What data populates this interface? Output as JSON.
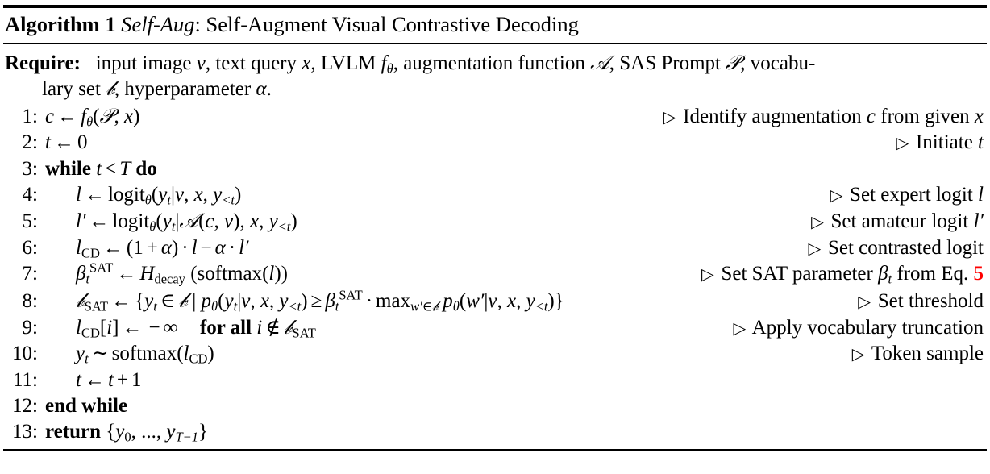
{
  "algorithm": {
    "label": "Algorithm 1",
    "name_italic": "Self-Aug",
    "title_rest": ": Self-Augment Visual Contrastive Decoding",
    "require": {
      "keyword": "Require:",
      "line1": "input image v, text query x, LVLM fθ, augmentation function 𝒜, SAS Prompt 𝒫, vocabu-",
      "line2": "lary set 𝒱, hyperparameter α."
    },
    "steps": [
      {
        "num": "1:",
        "code": "c ← fθ(𝒫, x)",
        "comment": "▷ Identify augmentation c from given x"
      },
      {
        "num": "2:",
        "code": "t ← 0",
        "comment": "▷ Initiate t"
      },
      {
        "num": "3:",
        "code": "while t < T do",
        "comment": ""
      },
      {
        "num": "4:",
        "code": "l ← logitθ(yt|v, x, y<t)",
        "comment": "▷ Set expert logit l"
      },
      {
        "num": "5:",
        "code": "l′ ← logitθ(yt|𝒜(c, v), x, y<t)",
        "comment": "▷ Set amateur logit l′"
      },
      {
        "num": "6:",
        "code": "lCD ← (1 + α) · l − α · l′",
        "comment": "▷ Set contrasted logit"
      },
      {
        "num": "7:",
        "code": "βt^SAT ← Hdecay (softmax(l))",
        "comment": "▷ Set SAT parameter βt from Eq. 5",
        "comment_ref": "5"
      },
      {
        "num": "8:",
        "code": "𝒱SAT ← {yt ∈ 𝒱 | pθ(yt|v, x, y<t) ≥ βt^SAT · maxw′∈𝒱 pθ(w′|v, x, y<t)}",
        "comment": "▷ Set threshold"
      },
      {
        "num": "9:",
        "code": "lCD[i] ← −∞    for all i ∉ 𝒱SAT",
        "comment": "▷ Apply vocabulary truncation"
      },
      {
        "num": "10:",
        "code": "yt ∼ softmax(lCD)",
        "comment": "▷ Token sample"
      },
      {
        "num": "11:",
        "code": "t ← t + 1",
        "comment": ""
      },
      {
        "num": "12:",
        "code": "end while",
        "comment": ""
      },
      {
        "num": "13:",
        "code": "return {y0, ..., yT−1}",
        "comment": ""
      }
    ]
  },
  "colors": {
    "text": "#000000",
    "eq_reference": "#ff0000",
    "background": "#ffffff"
  }
}
